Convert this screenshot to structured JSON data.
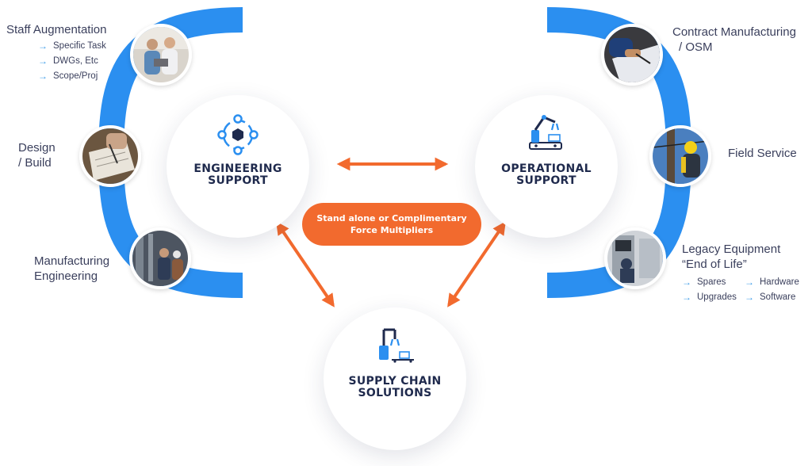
{
  "colors": {
    "ring_blue": "#2b8ff0",
    "arrow_orange": "#f26a2e",
    "pill_orange": "#f26a2e",
    "title_navy": "#1f2a4d",
    "bullet_blue": "#3f9de8"
  },
  "hubs": {
    "engineering": {
      "line1": "ENGINEERING",
      "line2": "SUPPORT",
      "icon": "hexagon-network-icon"
    },
    "operational": {
      "line1": "OPERATIONAL",
      "line2": "SUPPORT",
      "icon": "robot-arm-icon"
    },
    "supply_chain": {
      "line1": "SUPPLY CHAIN",
      "line2": "SOLUTIONS",
      "icon": "factory-robot-icon"
    }
  },
  "center_pill": {
    "line1": "Stand alone or Complimentary",
    "line2": "Force Multipliers"
  },
  "left_services": {
    "staff_augmentation": {
      "title": "Staff Augmentation",
      "items": [
        "Specific Task",
        "DWGs, Etc",
        "Scope/Proj"
      ],
      "photo": "two-engineers-photo"
    },
    "design_build": {
      "line1": "Design",
      "line2": "/ Build",
      "photo": "blueprint-drafting-photo"
    },
    "manufacturing_engineering": {
      "line1": "Manufacturing",
      "line2": "Engineering",
      "photo": "factory-workers-photo"
    }
  },
  "right_services": {
    "contract_manufacturing": {
      "line1": "Contract Manufacturing",
      "line2": "/ OSM",
      "photo": "contract-signing-photo"
    },
    "field_service": {
      "title": "Field Service",
      "photo": "lineman-photo"
    },
    "legacy_equipment": {
      "line1": "Legacy Equipment",
      "line2": "“End of Life”",
      "col1": [
        "Spares",
        "Upgrades"
      ],
      "col2": [
        "Hardware",
        "Software"
      ],
      "photo": "control-cabinet-photo"
    }
  },
  "bullet_arrow": "→"
}
